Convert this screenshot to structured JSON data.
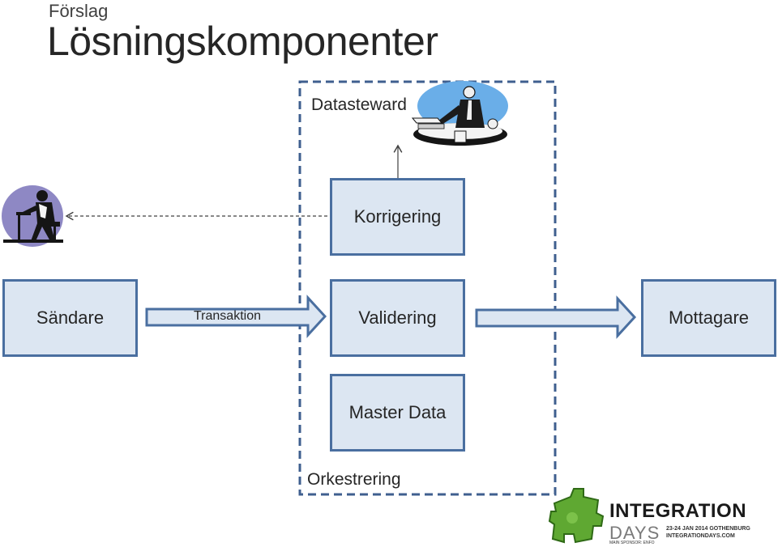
{
  "header": {
    "subtitle": "Förslag",
    "title": "Lösningskomponenter"
  },
  "diagram": {
    "datasteward_label": "Datasteward",
    "korrigering_label": "Korrigering",
    "sandare_label": "Sändare",
    "transaktion_label": "Transaktion",
    "validering_label": "Validering",
    "mottagare_label": "Mottagare",
    "master_data_label": "Master Data",
    "orkestrering_label": "Orkestrering"
  },
  "logo": {
    "word": "INTEGRATION",
    "days": "DAYS",
    "dates": "23-24 JAN 2014 GOTHENBURG",
    "site": "INTEGRATIONDAYS.COM",
    "sponsor": "MAIN SPONSOR: ENFO"
  },
  "colors": {
    "box_fill": "#dce6f2",
    "box_border": "#4a6fa0",
    "dashed_border": "#3f5f8f",
    "logo_green": "#5fa832"
  },
  "icons": [
    "datasteward-clipart-icon",
    "user-clipart-icon",
    "puzzle-piece-icon"
  ]
}
